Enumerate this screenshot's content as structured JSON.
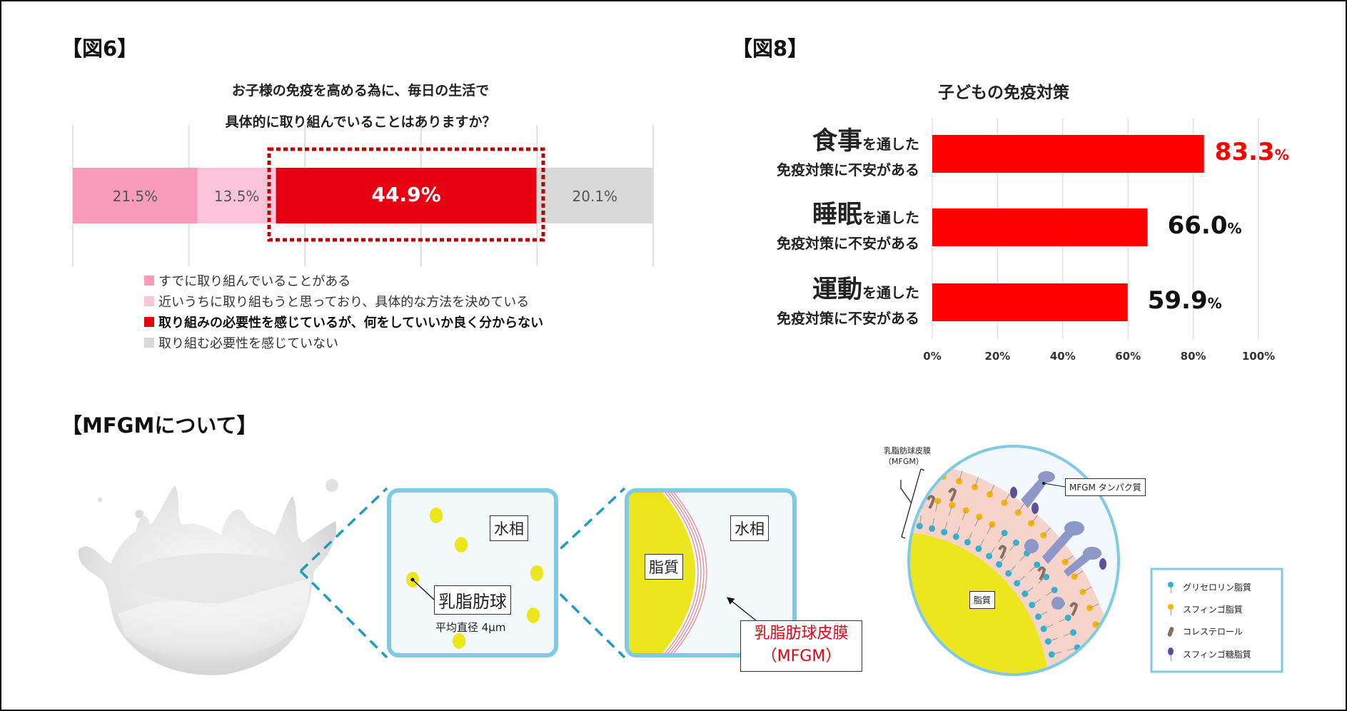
{
  "fig6": {
    "heading": "【図6】",
    "title_line1": "お子様の免疫を高める為に、毎日の生活で",
    "title_line2": "具体的に取り組んでいることはありますか？",
    "legend": [
      {
        "label": "すでに取り組んでいることがある",
        "color": "#f99bbb"
      },
      {
        "label": "近いうちに取り組もうと思っており、具体的な方法を決めている",
        "color": "#fcc4d8"
      },
      {
        "label": "取り組みの必要性を感じているが、何をしていいか良く分からない",
        "color": "#e60012"
      },
      {
        "label": "取り組む必要性を感じていない",
        "color": "#d9d9d9"
      }
    ]
  },
  "fig8": {
    "heading": "【図8】",
    "title": "子どもの免疫対策",
    "rows": [
      {
        "big": "食事",
        "mid": "を通した",
        "line2": "免疫対策に不安がある",
        "value_text": "83.3",
        "pct": "%",
        "highlight": true
      },
      {
        "big": "睡眠",
        "mid": "を通した",
        "line2": "免疫対策に不安がある",
        "value_text": "66.0",
        "pct": "%",
        "highlight": false
      },
      {
        "big": "運動",
        "mid": "を通した",
        "line2": "免疫対策に不安がある",
        "value_text": "59.9",
        "pct": "%",
        "highlight": false
      }
    ]
  },
  "chart_data": [
    {
      "type": "bar",
      "orientation": "horizontal-stacked",
      "title": "お子様の免疫を高める為に、毎日の生活で具体的に取り組んでいることはありますか？",
      "series": [
        {
          "name": "すでに取り組んでいることがある",
          "value": 21.5,
          "label": "21.5%",
          "color": "#f99bbb"
        },
        {
          "name": "近いうちに取り組もうと思っており、具体的な方法を決めている",
          "value": 13.5,
          "label": "13.5%",
          "color": "#fcc4d8"
        },
        {
          "name": "取り組みの必要性を感じているが、何をしていいか良く分からない",
          "value": 44.9,
          "label": "44.9%",
          "color": "#e60012"
        },
        {
          "name": "取り組む必要性を感じていない",
          "value": 20.1,
          "label": "20.1%",
          "color": "#d9d9d9"
        }
      ],
      "xlim": [
        0,
        100
      ],
      "grid": true,
      "highlighted": "取り組みの必要性を感じているが、何をしていいか良く分からない"
    },
    {
      "type": "bar",
      "orientation": "horizontal",
      "title": "子どもの免疫対策",
      "categories": [
        "食事を通した免疫対策に不安がある",
        "睡眠を通した免疫対策に不安がある",
        "運動を通した免疫対策に不安がある"
      ],
      "values": [
        83.3,
        66.0,
        59.9
      ],
      "xlim": [
        0,
        100
      ],
      "xticks": [
        "0%",
        "20%",
        "40%",
        "60%",
        "80%",
        "100%"
      ],
      "grid": true,
      "bar_color": "#ff0000",
      "highlight_color": "#ff0000"
    }
  ],
  "mfgm": {
    "heading": "【MFGMについて】",
    "water_phase": "水相",
    "fat_globule": "乳脂肪球",
    "avg_diameter": "平均直径 4μm",
    "lipid": "脂質",
    "membrane_line1": "乳脂肪球皮膜",
    "membrane_line2": "（MFGM）",
    "diagram_membrane_label1": "乳脂肪球皮膜",
    "diagram_membrane_label2": "（MFGM）",
    "protein_label": "MFGM タンパク質",
    "diagram_lipid": "脂質",
    "legend": [
      {
        "label": "グリセロリン脂質",
        "icon": "glycerophospholipid-icon",
        "color": "#2fb2cf"
      },
      {
        "label": "スフィンゴ脂質",
        "icon": "sphingolipid-icon",
        "color": "#f5b400"
      },
      {
        "label": "コレステロール",
        "icon": "cholesterol-icon",
        "color": "#8a6e63"
      },
      {
        "label": "スフィンゴ糖脂質",
        "icon": "glycosphingolipid-icon",
        "color": "#5c4f9c"
      }
    ]
  }
}
